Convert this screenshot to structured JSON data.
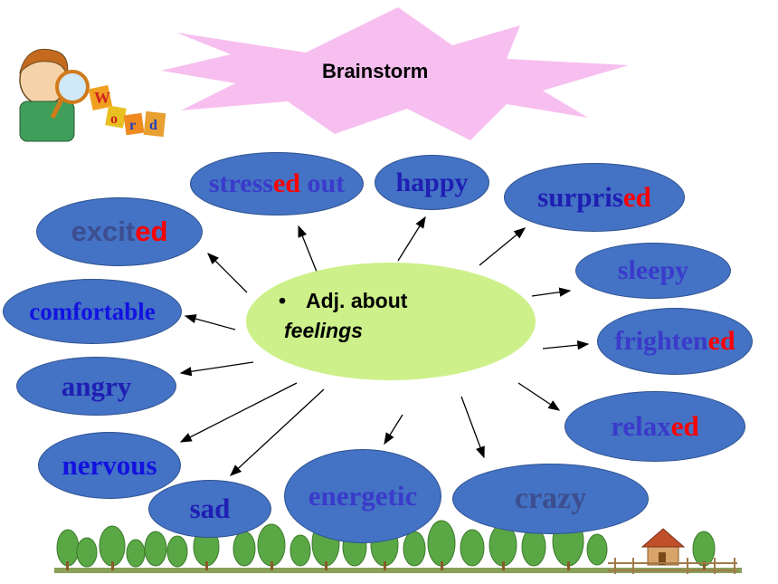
{
  "title": "Brainstorm",
  "center": {
    "bullet": "•",
    "line1": "Adj. about",
    "line2": "feelings"
  },
  "colors": {
    "oval_fill": "#4472c4",
    "center_fill": "#cdf08a",
    "burst_fill": "#f7bff0",
    "suffix_red": "#ff0000"
  },
  "icons": {
    "mascot": "boy-with-magnifier-word-icon",
    "scenery": "trees-and-house-border"
  },
  "words": [
    {
      "id": "stressed-out",
      "pre": "stress",
      "hl": "ed",
      "post": " out",
      "color": "#3a3acb"
    },
    {
      "id": "happy",
      "pre": "happy",
      "hl": "",
      "post": "",
      "color": "#1f1fb3"
    },
    {
      "id": "surprised",
      "pre": "surpris",
      "hl": "ed",
      "post": "",
      "color": "#1f1fb3"
    },
    {
      "id": "excited",
      "pre": "excit",
      "hl": "ed",
      "post": "",
      "color": "#3c4e8f"
    },
    {
      "id": "sleepy",
      "pre": "sleepy",
      "hl": "",
      "post": "",
      "color": "#3a3acb"
    },
    {
      "id": "comfortable",
      "pre": "comfortable",
      "hl": "",
      "post": "",
      "color": "#1212e0"
    },
    {
      "id": "frightened",
      "pre": "frighten",
      "hl": "ed",
      "post": "",
      "color": "#3a3acb"
    },
    {
      "id": "angry",
      "pre": "angry",
      "hl": "",
      "post": "",
      "color": "#1f1fb3"
    },
    {
      "id": "relaxed",
      "pre": "relax",
      "hl": "ed",
      "post": "",
      "color": "#3a3acb"
    },
    {
      "id": "nervous",
      "pre": "nervous",
      "hl": "",
      "post": "",
      "color": "#1212e0"
    },
    {
      "id": "sad",
      "pre": "sad",
      "hl": "",
      "post": "",
      "color": "#1f1fb3"
    },
    {
      "id": "energetic",
      "pre": "energetic",
      "hl": "",
      "post": "",
      "color": "#3a3acb"
    },
    {
      "id": "crazy",
      "pre": "crazy",
      "hl": "",
      "post": "",
      "color": "#3c4e8f"
    }
  ]
}
